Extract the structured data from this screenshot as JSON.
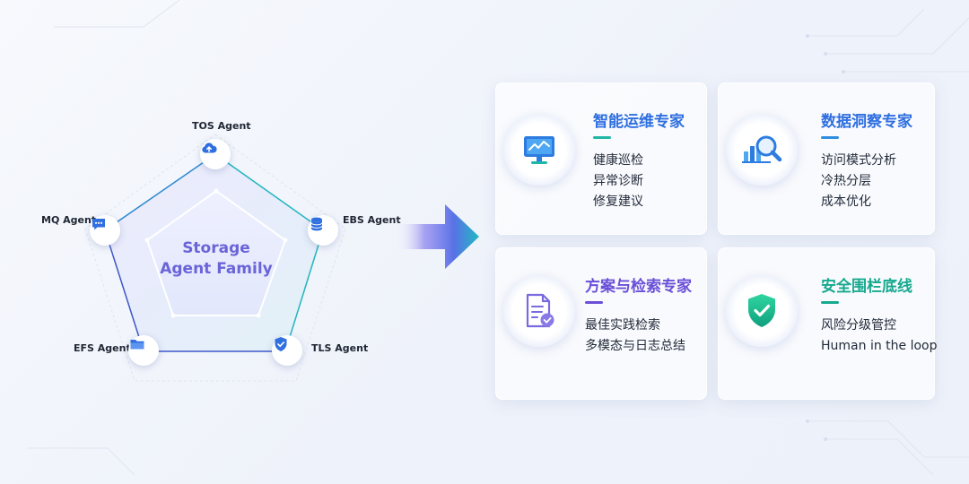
{
  "diagram": {
    "center_title_line1": "Storage",
    "center_title_line2": "Agent Family",
    "agents": [
      {
        "id": "tos",
        "label": "TOS Agent",
        "icon": "cloud-upload-icon"
      },
      {
        "id": "ebs",
        "label": "EBS Agent",
        "icon": "database-icon"
      },
      {
        "id": "tls",
        "label": "TLS Agent",
        "icon": "shield-icon"
      },
      {
        "id": "efs",
        "label": "EFS Agent",
        "icon": "folder-icon"
      },
      {
        "id": "mq",
        "label": "MQ Agent",
        "icon": "message-icon"
      }
    ]
  },
  "cards": [
    {
      "id": "ops",
      "title": "智能运维专家",
      "icon": "monitor-chart-icon",
      "accent": "#2f6fe0",
      "underline": "#1fb6a6",
      "items": [
        "健康巡检",
        "异常诊断",
        "修复建议"
      ]
    },
    {
      "id": "insight",
      "title": "数据洞察专家",
      "icon": "magnifier-chart-icon",
      "accent": "#2f6fe0",
      "underline": "#2f8de0",
      "items": [
        "访问模式分析",
        "冷热分层",
        "成本优化"
      ]
    },
    {
      "id": "search",
      "title": "方案与检索专家",
      "icon": "document-check-icon",
      "accent": "#6a4fd8",
      "underline": "#6a4fd8",
      "items": [
        "最佳实践检索",
        "多模态与日志总结"
      ]
    },
    {
      "id": "safety",
      "title": "安全围栏底线",
      "icon": "shield-check-icon",
      "accent": "#16a98e",
      "underline": "#16a98e",
      "items": [
        "风险分级管控",
        "Human in the loop"
      ]
    }
  ],
  "colors": {
    "teal": "#1fb6a6",
    "blue": "#2f6fe0",
    "purple": "#6a4fd8",
    "green": "#16a98e"
  }
}
